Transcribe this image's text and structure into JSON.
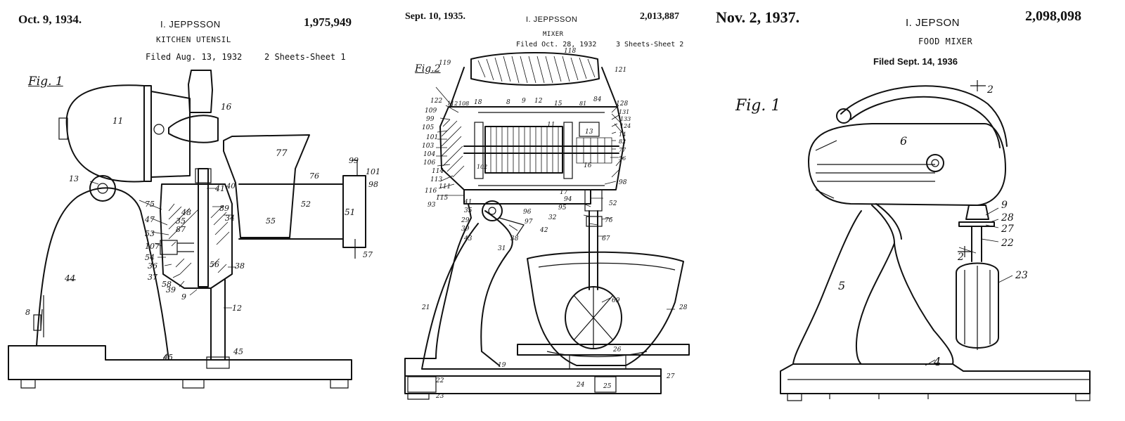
{
  "patents": [
    {
      "date": "Oct. 9, 1934.",
      "inventor": "I. JEPPSSON",
      "number": "1,975,949",
      "title": "KITCHEN UTENSIL",
      "filed": "Filed Aug. 13, 1932",
      "sheets": "2 Sheets-Sheet  1",
      "figure": "Fig. 1",
      "labels": [
        "11",
        "16",
        "77",
        "13",
        "76",
        "99",
        "101",
        "98",
        "75",
        "41",
        "40",
        "89",
        "51",
        "48",
        "34",
        "52",
        "35",
        "47",
        "53",
        "87",
        "55",
        "107",
        "57",
        "54",
        "36",
        "38",
        "56",
        "37",
        "58",
        "39",
        "9",
        "44",
        "12",
        "8",
        "45"
      ]
    },
    {
      "date": "Sept. 10, 1935.",
      "inventor": "I. JEPPSSON",
      "number": "2,013,887",
      "title": "MIXER",
      "filed": "Filed Oct. 28, 1932",
      "sheets": "3 Sheets-Sheet 2",
      "figure": "Fig.2",
      "labels": [
        "118",
        "119",
        "121",
        "122",
        "112",
        "108",
        "18",
        "8",
        "9",
        "12",
        "15",
        "81",
        "84",
        "128",
        "109",
        "131",
        "99",
        "133",
        "105",
        "124",
        "101",
        "11",
        "13",
        "14",
        "103",
        "82",
        "104",
        "77",
        "106",
        "16",
        "56",
        "114",
        "102",
        "113",
        "111",
        "98",
        "116",
        "115",
        "17",
        "94",
        "93",
        "41",
        "52",
        "95",
        "35",
        "96",
        "29",
        "32",
        "39",
        "97",
        "43",
        "42",
        "38",
        "76",
        "31",
        "67",
        "69",
        "21",
        "28",
        "26",
        "19",
        "22",
        "24",
        "25",
        "27",
        "23"
      ]
    },
    {
      "date": "Nov. 2, 1937.",
      "inventor": "I. JEPSON",
      "number": "2,098,098",
      "title": "FOOD MIXER",
      "filed": "Filed Sept. 14, 1936",
      "figure": "Fig. 1",
      "labels": [
        "2",
        "6",
        "9",
        "28",
        "27",
        "22",
        "2",
        "23",
        "5",
        "4"
      ]
    }
  ]
}
